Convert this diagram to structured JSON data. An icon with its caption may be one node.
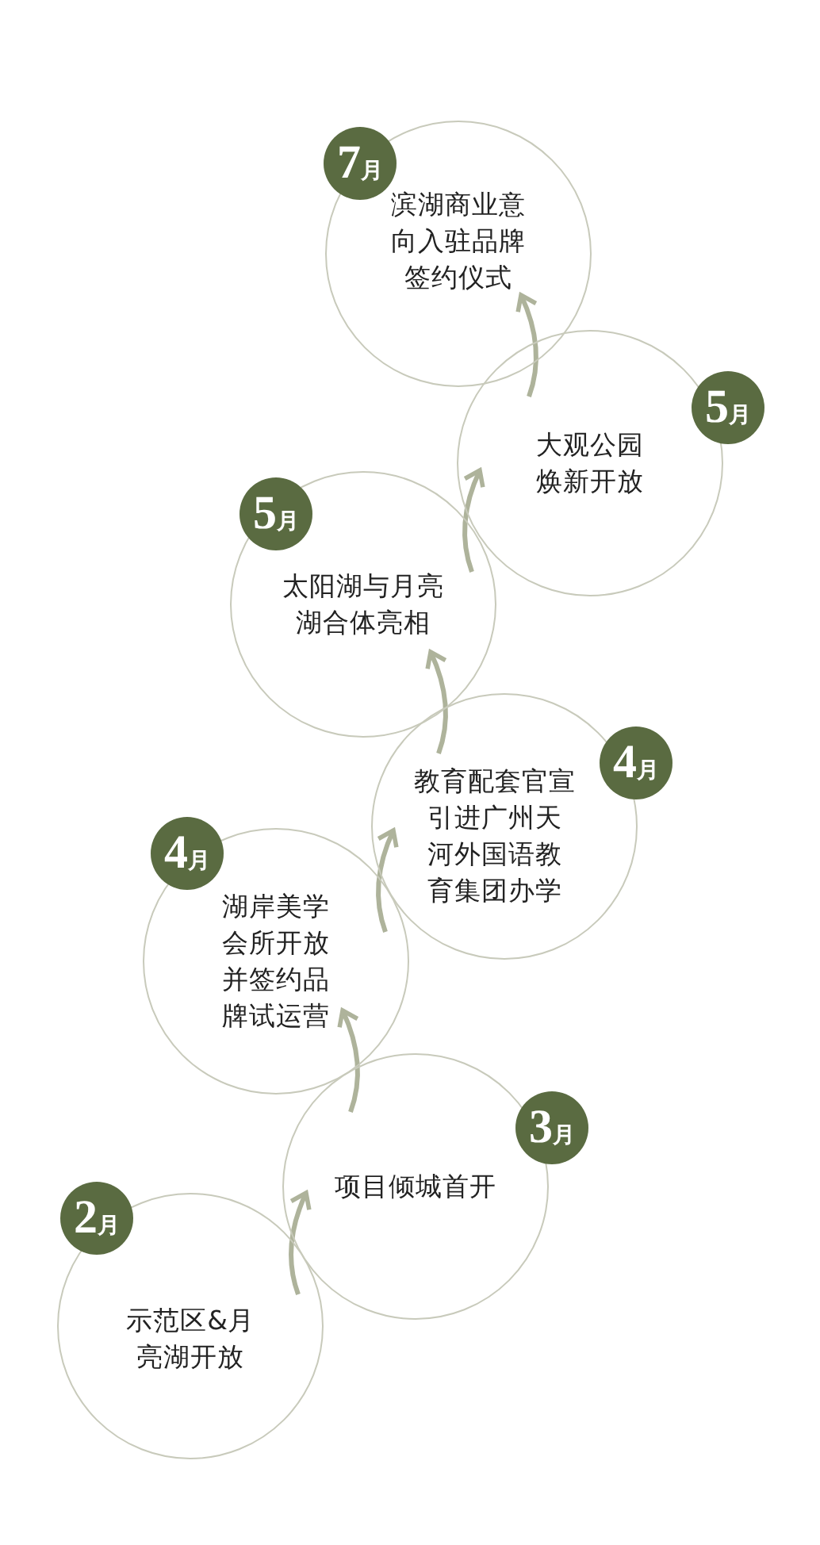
{
  "diagram": {
    "nodes": [
      {
        "text": [
          "7月",
          "滨湖商业意向入驻品牌签约仪式"
        ]
      },
      {
        "text": [
          "5月",
          "大观公园焕新开放"
        ]
      },
      {
        "text": [
          "5月",
          "太阳湖与月亮湖合体亮相"
        ]
      },
      {
        "text": [
          "教育配套官宣引进广州天河外国语教育集团办学",
          "4月"
        ]
      },
      {
        "text": [
          "4月",
          "湖岸美学会所开放并签约品牌试运营"
        ]
      },
      {
        "text": [
          "3月",
          "项目倾城首开"
        ]
      },
      {
        "text": [
          "2月",
          "示范区&月亮湖开放"
        ]
      }
    ],
    "edges": [
      {
        "from": 6,
        "to": 5,
        "arrow": "to"
      },
      {
        "from": 5,
        "to": 4,
        "arrow": "to"
      },
      {
        "from": 4,
        "to": 3,
        "arrow": "to"
      },
      {
        "from": 3,
        "to": 2,
        "arrow": "to"
      },
      {
        "from": 2,
        "to": 1,
        "arrow": "to"
      },
      {
        "from": 1,
        "to": 0,
        "arrow": "to"
      }
    ]
  }
}
